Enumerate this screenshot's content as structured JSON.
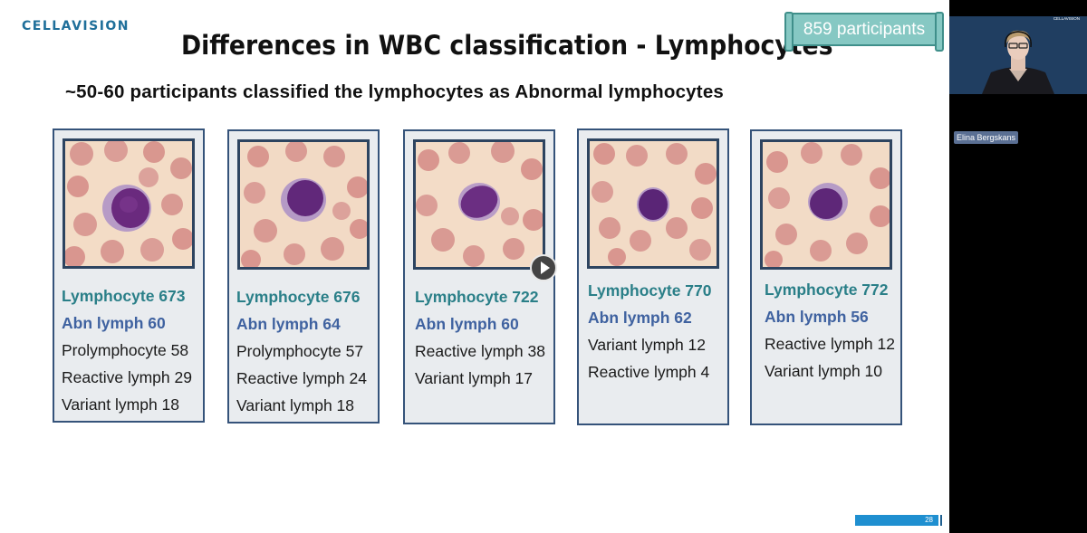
{
  "slide": {
    "logo": "CELLAVISION",
    "title": "Differences in WBC classification - Lymphocytes",
    "subtitle": "~50-60 participants classified the lymphocytes as Abnormal lymphocytes",
    "badge": "859 participants",
    "page_number": "28"
  },
  "cards": [
    {
      "lines": [
        "Lymphocyte 673",
        "Abn lymph 60",
        "Prolymphocyte 58",
        "Reactive lymph 29",
        "Variant lymph 18"
      ]
    },
    {
      "lines": [
        "Lymphocyte 676",
        "Abn lymph 64",
        "Prolymphocyte 57",
        "Reactive lymph 24",
        "Variant lymph 18"
      ]
    },
    {
      "lines": [
        "Lymphocyte 722",
        "Abn lymph 60",
        "Reactive lymph 38",
        "Variant lymph 17"
      ]
    },
    {
      "lines": [
        "Lymphocyte 770",
        "Abn lymph 62",
        "Variant lymph 12",
        "Reactive lymph 4"
      ]
    },
    {
      "lines": [
        "Lymphocyte 772",
        "Abn lymph 56",
        "Reactive lymph 12",
        "Variant lymph 10"
      ]
    }
  ],
  "video": {
    "participant_name": "Elina Bergskans",
    "overlay_logo": "CELLAVISION"
  },
  "colors": {
    "teal_label": "#2a7f88",
    "blue_label": "#3f62a0",
    "badge": "#86c8c3",
    "card_border": "#35537a"
  },
  "icons": {
    "play": "play-icon"
  }
}
